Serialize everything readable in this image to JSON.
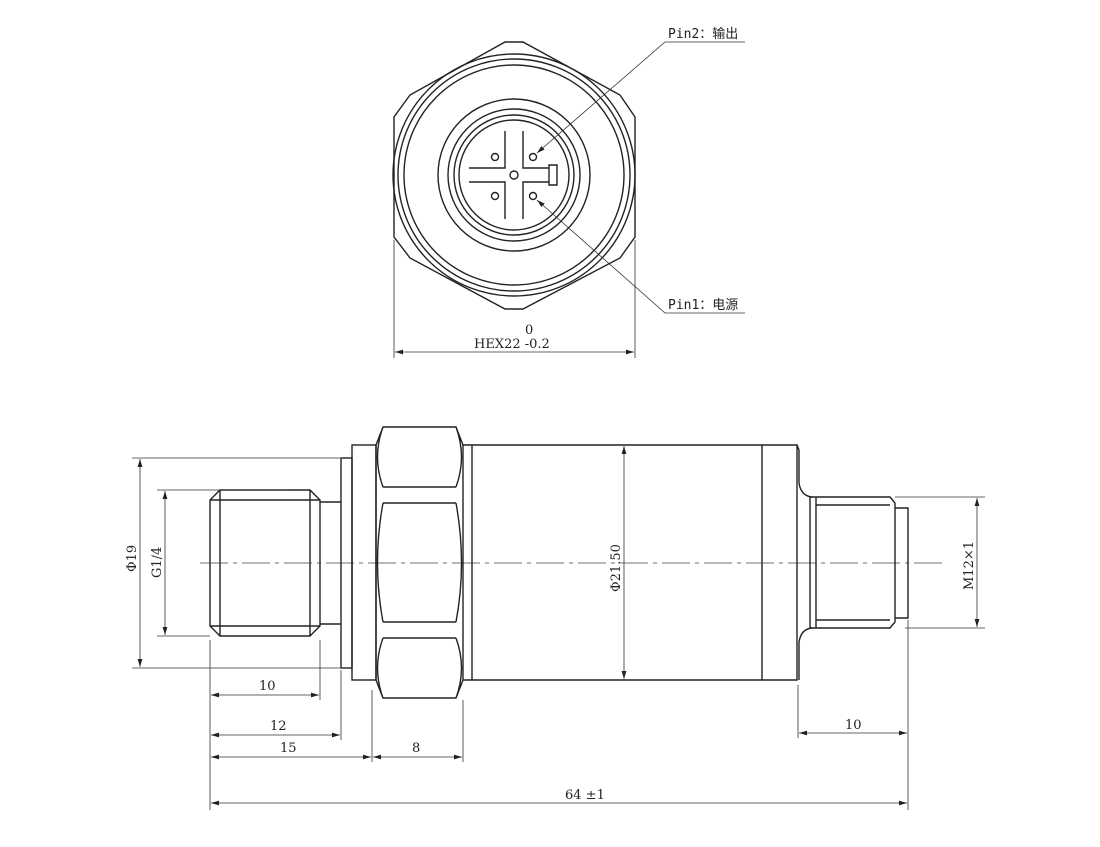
{
  "front_view": {
    "pin2_label": "Pin2：输出",
    "pin1_label": "Pin1：电源",
    "hex_tol_upper": "0",
    "hex_label": "HEX22 -0.2"
  },
  "side_view": {
    "dia_flange": "Φ19",
    "thread_in": "G1/4",
    "dia_body": "Φ21.50",
    "thread_out": "M12×1",
    "dim_thread_len": "10",
    "dim_12": "12",
    "dim_15": "15",
    "dim_hex_width": "8",
    "dim_out_len": "10",
    "dim_total": "64 ±1"
  }
}
